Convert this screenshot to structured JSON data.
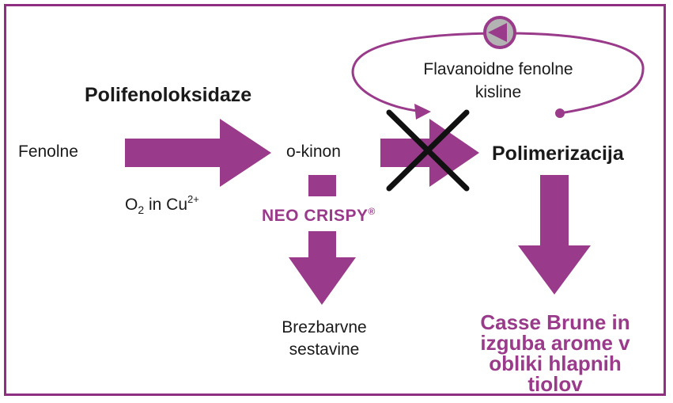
{
  "colors": {
    "accent": "#993b8a",
    "frame": "#8e2f82",
    "cross": "#111111",
    "loop_icon_fill": "#b3b3b3"
  },
  "labels": {
    "enzyme": "Polifenoloksidaze",
    "substrate": "Fenolne",
    "cofactor_o": "O",
    "cofactor_o_sub": "2",
    "cofactor_in": " in Cu",
    "cofactor_cu_sup": "2+",
    "intermediate": "o-kinon",
    "loop_line1": "Flavanoidne fenolne",
    "loop_line2": "kisline",
    "polymerization": "Polimerizacija",
    "brand_name": "NEO CRISPY",
    "brand_mark": "®",
    "colorless_line1": "Brezbarvne",
    "colorless_line2": "sestavine",
    "result_line1": "Casse Brune in",
    "result_line2": "izguba arome v",
    "result_line3": "obliki hlapnih",
    "result_line4": "tiolov"
  },
  "icons": {
    "loop_icon": "play-left-icon",
    "block_icon": "cross-icon"
  }
}
